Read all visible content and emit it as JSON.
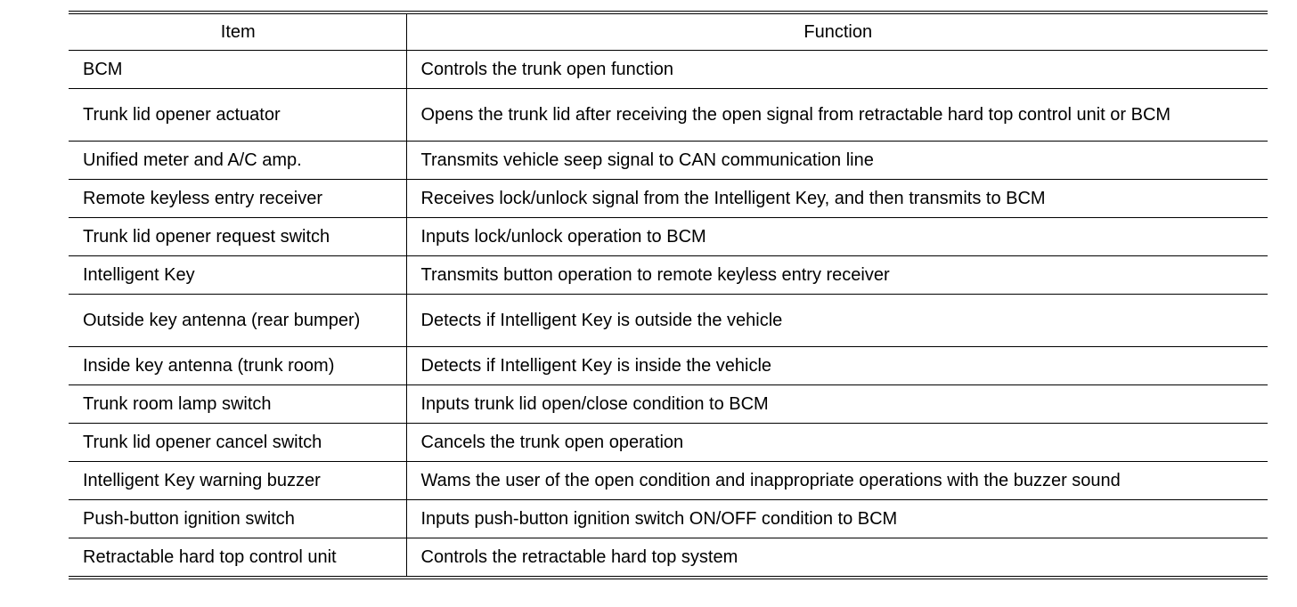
{
  "table": {
    "headers": [
      "Item",
      "Function"
    ],
    "rows": [
      [
        "BCM",
        "Controls the trunk open function"
      ],
      [
        "Trunk lid opener actuator",
        "Opens the trunk lid after receiving the open signal from retractable hard top control unit or BCM"
      ],
      [
        "Unified meter and A/C amp.",
        "Transmits vehicle seep signal to CAN communication line"
      ],
      [
        "Remote keyless entry receiver",
        "Receives lock/unlock signal from the Intelligent Key, and then transmits to BCM"
      ],
      [
        "Trunk lid opener request switch",
        "Inputs lock/unlock operation to BCM"
      ],
      [
        "Intelligent Key",
        "Transmits button operation to remote keyless entry receiver"
      ],
      [
        "Outside key antenna (rear bumper)",
        "Detects if Intelligent Key is outside the vehicle"
      ],
      [
        "Inside key antenna (trunk room)",
        "Detects if Intelligent Key is inside the vehicle"
      ],
      [
        "Trunk room lamp switch",
        "Inputs trunk lid open/close condition to BCM"
      ],
      [
        "Trunk lid opener cancel switch",
        "Cancels the trunk open operation"
      ],
      [
        "Intelligent Key warning buzzer",
        "Wams the user of the open condition and inappropriate operations with the buzzer sound"
      ],
      [
        "Push-button ignition switch",
        "Inputs push-button ignition switch ON/OFF condition to BCM"
      ],
      [
        "Retractable hard top control unit",
        "Controls the retractable hard top system"
      ]
    ]
  }
}
